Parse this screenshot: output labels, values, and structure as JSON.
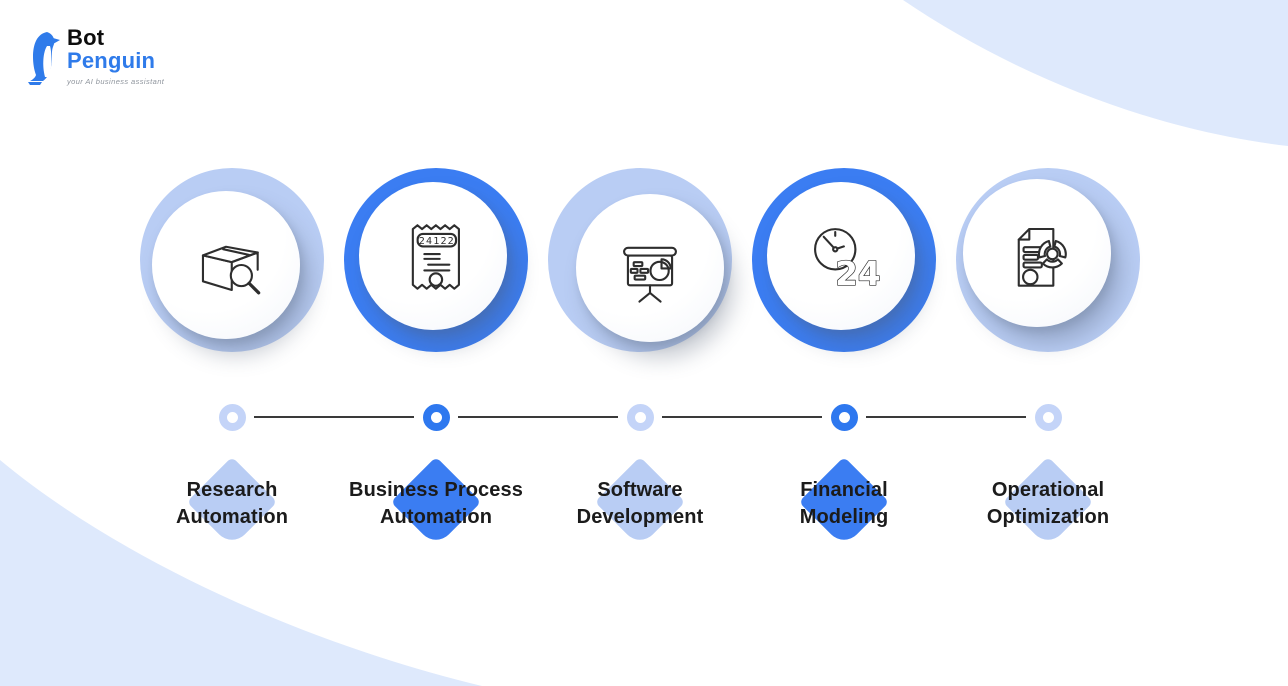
{
  "logo": {
    "bot": "Bot",
    "penguin": "Penguin",
    "tagline": "your AI business assistant"
  },
  "colors": {
    "accent_blue": "#3B7DF2",
    "accent_dot": "#2E78EF",
    "light_blue_ring": "#B9CDF4",
    "light_blue_dot": "#C4D4F8",
    "background_wash": "#DEE9FC",
    "timeline_line": "#3A3A3A",
    "label_text": "#1B1B1B",
    "logo_blue": "#2F7BEA"
  },
  "steps": [
    {
      "label_line1": "Research",
      "label_line2": "Automation",
      "variant": "light",
      "icon": "package-search-icon"
    },
    {
      "label_line1": "Business Process",
      "label_line2": "Automation",
      "variant": "accent",
      "icon": "receipt-icon",
      "receipt_number": "24122"
    },
    {
      "label_line1": "Software",
      "label_line2": "Development",
      "variant": "light",
      "icon": "presentation-chart-icon"
    },
    {
      "label_line1": "Financial",
      "label_line2": "Modeling",
      "variant": "accent",
      "icon": "clock-24-icon",
      "clock_text": "24"
    },
    {
      "label_line1": "Operational",
      "label_line2": "Optimization",
      "variant": "light",
      "icon": "document-chart-icon"
    }
  ]
}
